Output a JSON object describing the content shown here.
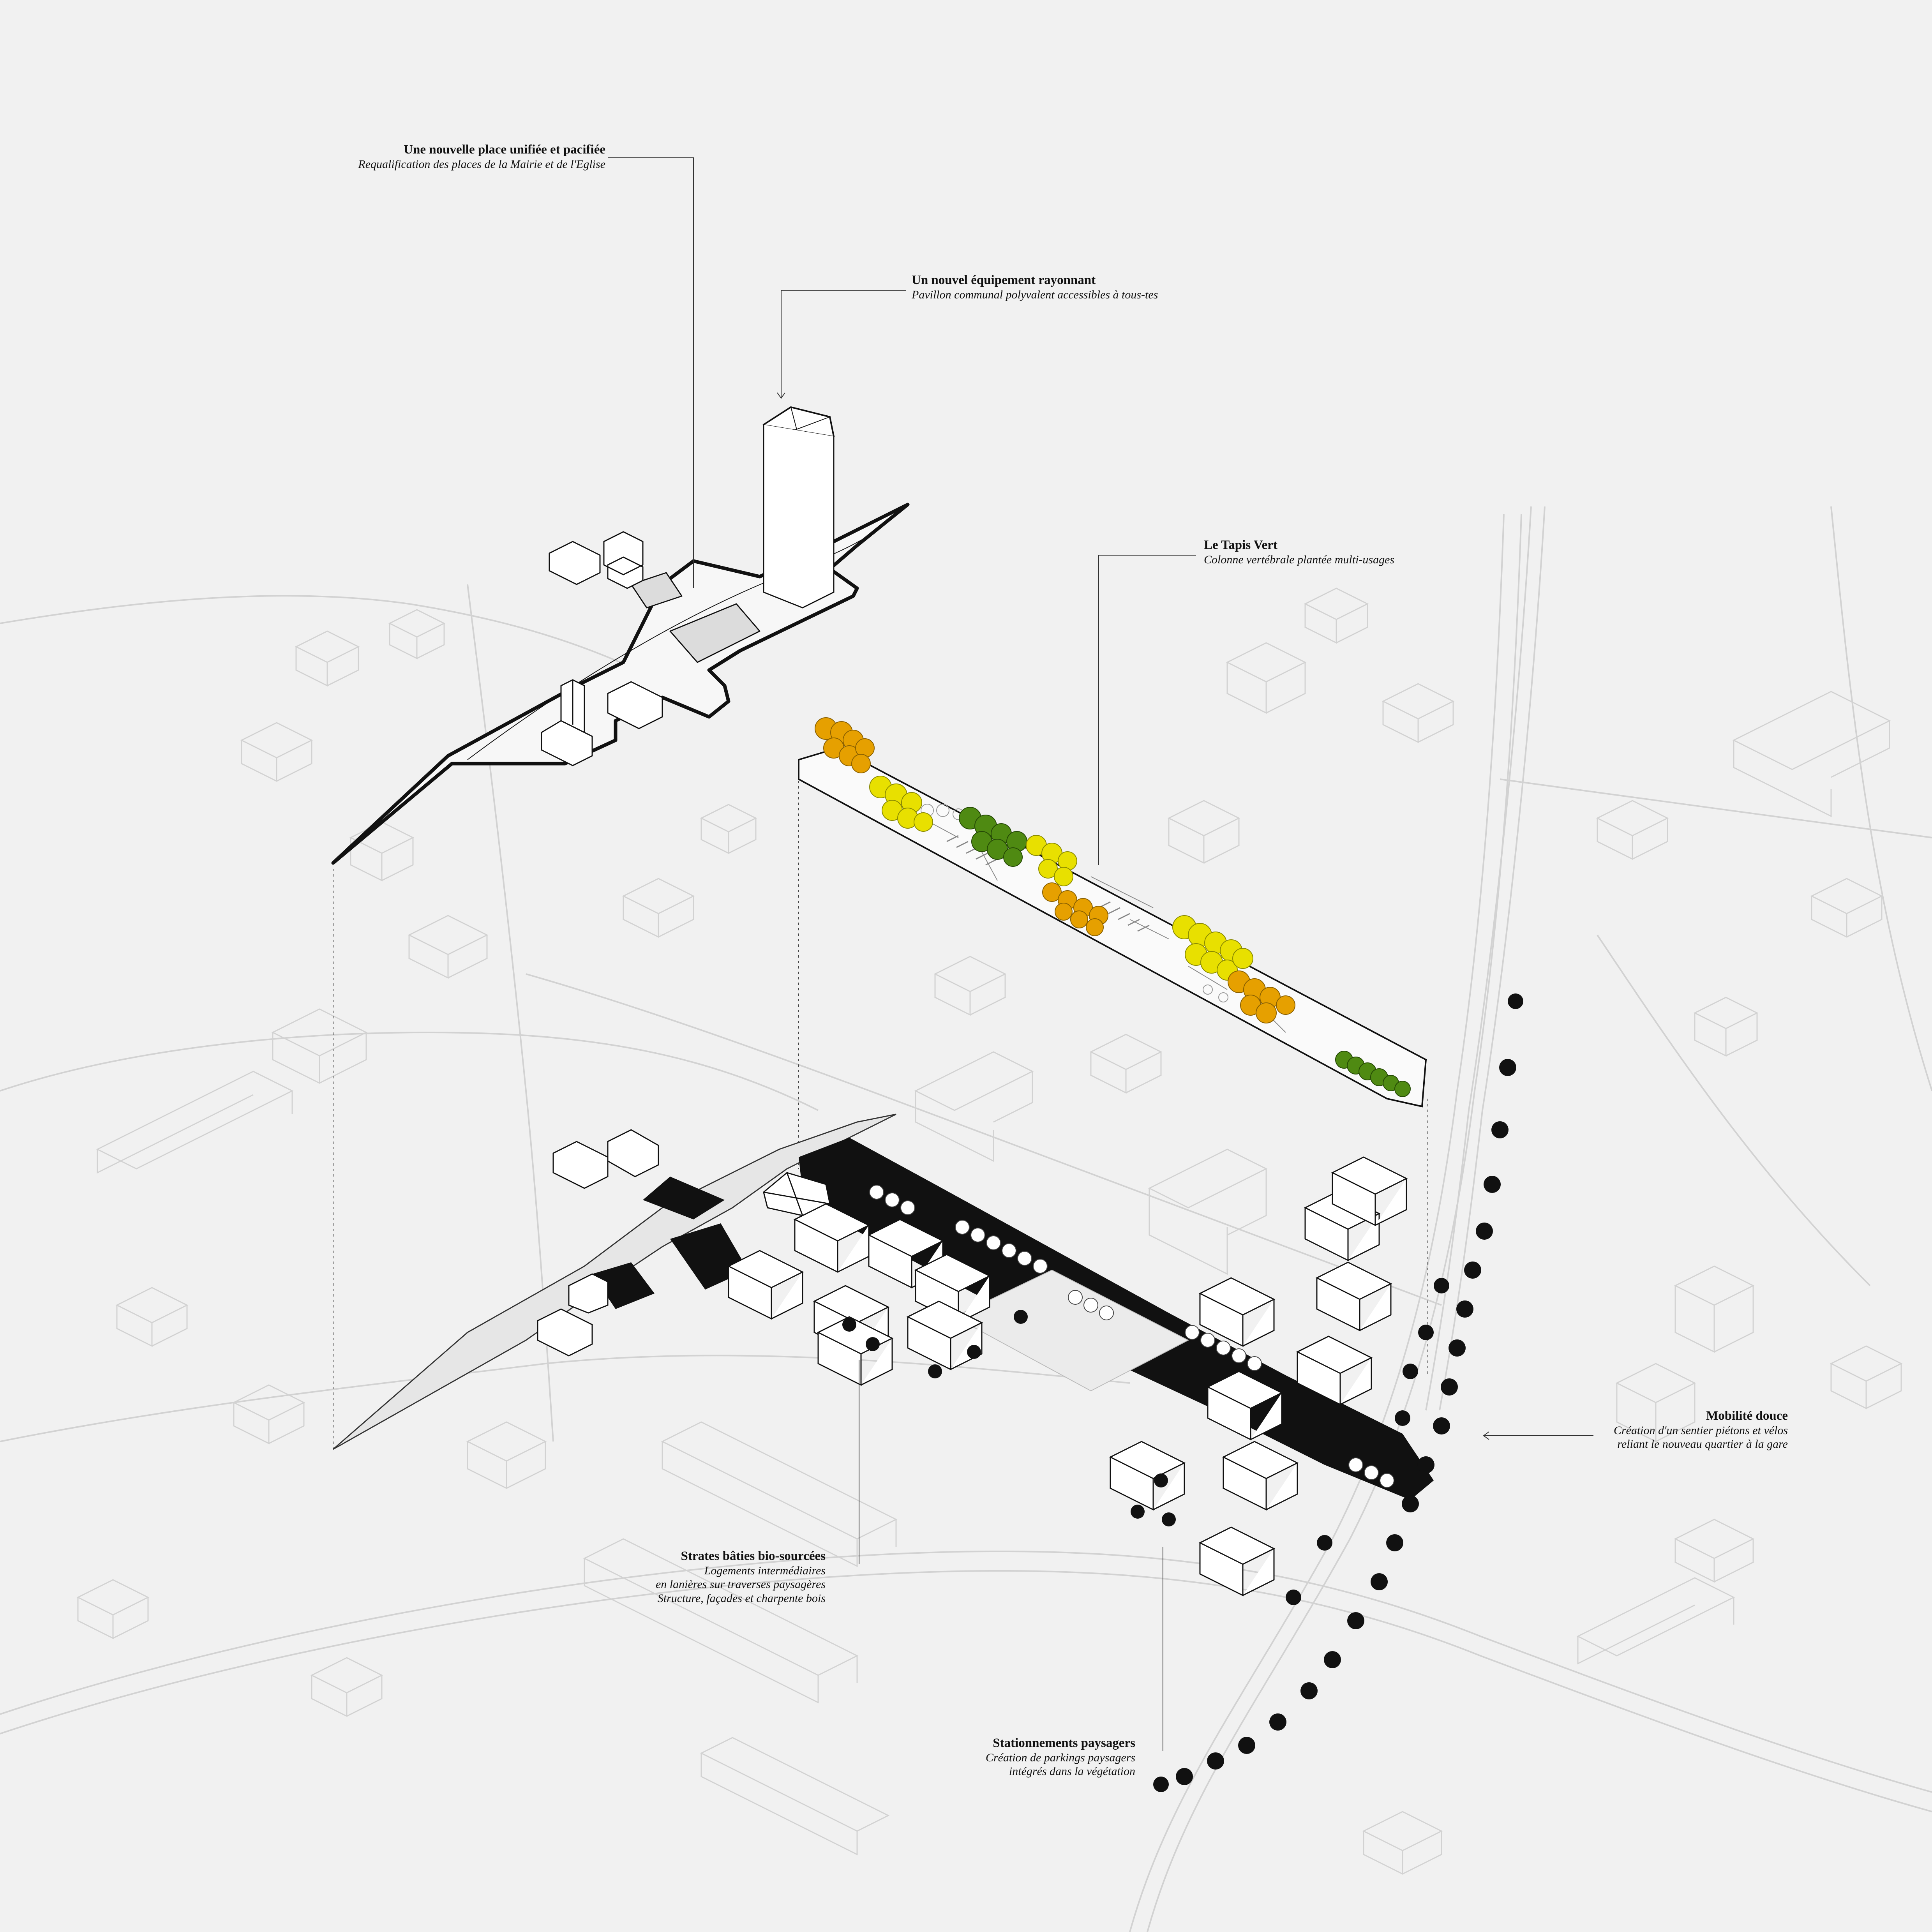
{
  "colors": {
    "background": "#f1f1f1",
    "context_line": "#d2d2d2",
    "drawing_line": "#111111",
    "tree_yellow": "#e8e000",
    "tree_orange": "#e6a000",
    "tree_green": "#4f8a12",
    "dark_surface": "#111111"
  },
  "annotations": [
    {
      "id": "place",
      "title": "Une nouvelle place unifiée et pacifiée",
      "lines": [
        "Requalification des places de la Mairie et de l'Eglise"
      ]
    },
    {
      "id": "equipement",
      "title": "Un nouvel équipement rayonnant",
      "lines": [
        "Pavillon communal polyvalent accessibles à tous-tes"
      ]
    },
    {
      "id": "tapis",
      "title": "Le Tapis Vert",
      "lines": [
        "Colonne vertébrale plantée multi-usages"
      ]
    },
    {
      "id": "mobilite",
      "title": "Mobilité douce",
      "lines": [
        "Création d'un sentier piétons et vélos",
        "reliant le nouveau quartier à la gare"
      ]
    },
    {
      "id": "strates",
      "title": "Strates bâties bio-sourcées",
      "lines": [
        "Logements intermédiaires",
        "en lanières sur traverses paysagères",
        "Structure, façades et charpente bois"
      ]
    },
    {
      "id": "stationnements",
      "title": "Stationnements paysagers",
      "lines": [
        "Création de parkings paysagers",
        "intégrés dans la végétation"
      ]
    }
  ]
}
